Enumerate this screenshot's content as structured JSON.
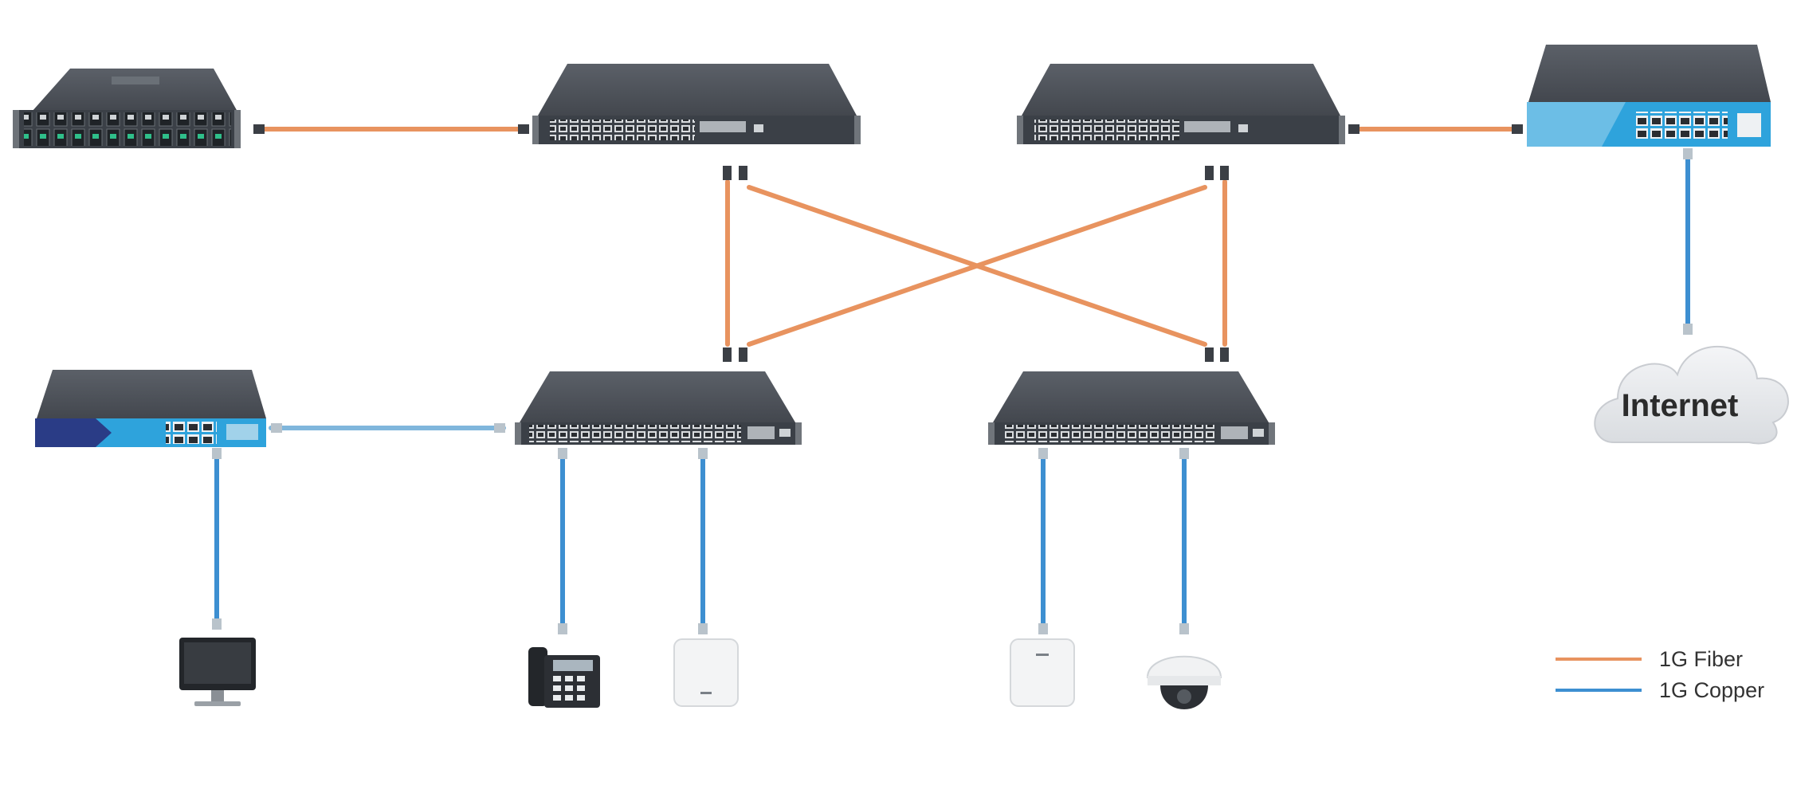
{
  "diagram": {
    "cloud_label": "Internet",
    "legend": [
      {
        "label": "1G Fiber",
        "color": "#e8935f"
      },
      {
        "label": "1G Copper",
        "color": "#3d8fd1"
      }
    ],
    "devices": [
      {
        "name": "media-converter-chassis",
        "icon": "rack-chassis-icon"
      },
      {
        "name": "core-switch-left",
        "icon": "rack-switch-icon"
      },
      {
        "name": "core-switch-right",
        "icon": "rack-switch-icon"
      },
      {
        "name": "router",
        "icon": "router-icon"
      },
      {
        "name": "poe-switch",
        "icon": "desktop-switch-icon"
      },
      {
        "name": "access-switch-left",
        "icon": "rack-switch-icon"
      },
      {
        "name": "access-switch-right",
        "icon": "rack-switch-icon"
      },
      {
        "name": "desktop-computer",
        "icon": "monitor-icon"
      },
      {
        "name": "ip-phone",
        "icon": "phone-icon"
      },
      {
        "name": "access-point-left",
        "icon": "access-point-icon"
      },
      {
        "name": "access-point-right",
        "icon": "access-point-icon"
      },
      {
        "name": "ip-camera",
        "icon": "dome-camera-icon"
      }
    ],
    "colors": {
      "fiber": "#e8935f",
      "copper": "#3d8fd1",
      "device_top": "#4a4f57",
      "device_front": "#3b4047",
      "router_panel": "#2ea3dc",
      "cloud": "#e7e9ec"
    }
  }
}
